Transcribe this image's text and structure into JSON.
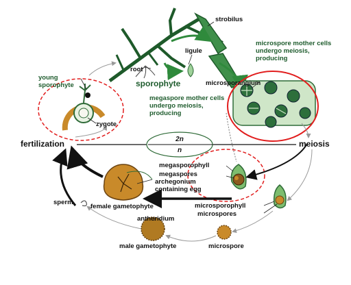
{
  "labels": {
    "strobilus": "strobilus",
    "ligule": "ligule",
    "root": "root",
    "sporophyte": "sporophyte",
    "young_sporophyte_1": "young",
    "young_sporophyte_2": "sporophyte",
    "zygote": "zygote",
    "microsporangium": "microsporangium",
    "micro_mother_1": "microspore mother cells",
    "micro_mother_2": "undergo meiosis,",
    "micro_mother_3": "producing",
    "mega_mother_1": "megaspore mother cells",
    "mega_mother_2": "undergo meiosis,",
    "mega_mother_3": "producing",
    "fertilization": "fertilization",
    "meiosis": "meiosis",
    "ploidy_2n": "2n",
    "ploidy_n": "n",
    "megasporophyll": "megasporophyll",
    "megaspores": "megaspores",
    "archegonium_1": "archegonium",
    "archegonium_2": "containing egg",
    "sperm": "sperm",
    "female_gametophyte": "female gametophyte",
    "microsporophyll": "microsporophyll",
    "microspores": "microspores",
    "antheridium": "antheridium",
    "male_gametophyte": "male gametophyte",
    "microspore": "microspore"
  },
  "colors": {
    "label_green": "#1f5c2e",
    "plant_green": "#3f8f4a",
    "dark_green": "#1e5a2a",
    "pale_green": "#cfe6c8",
    "gametophyte_brown": "#c98a2a",
    "highlight_red": "#e11d1d",
    "arrow_black": "#111111"
  }
}
